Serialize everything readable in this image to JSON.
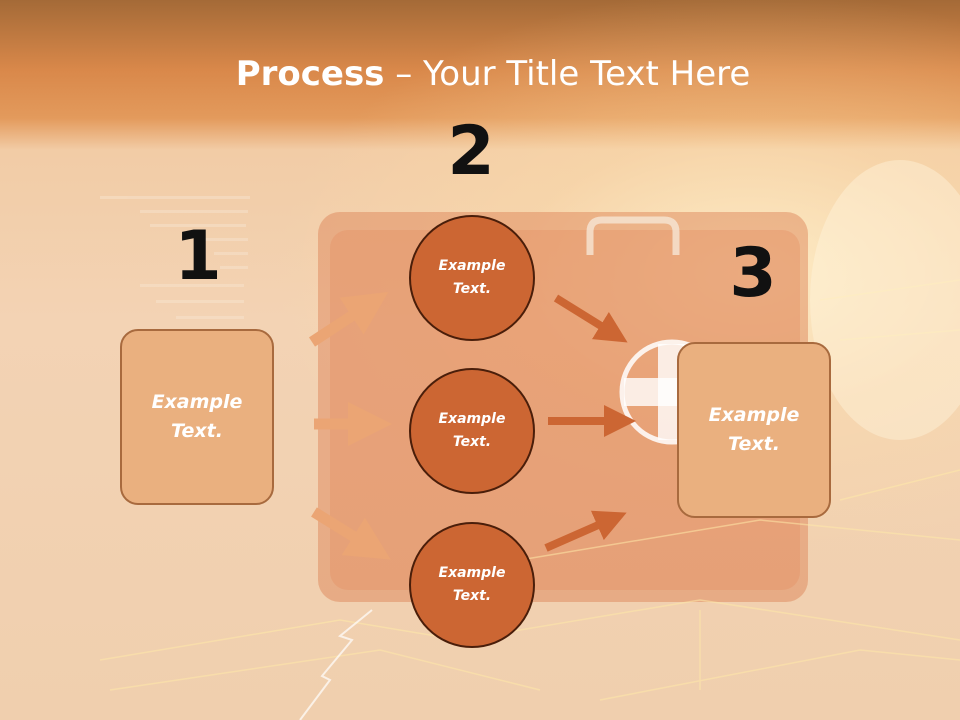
{
  "slide": {
    "title_bold": "Process",
    "title_rest": " – Your Title Text Here",
    "steps": [
      {
        "number": "1",
        "label": "Example\nText."
      },
      {
        "number": "2",
        "label": "Example\nText."
      },
      {
        "number": "3",
        "label": "Example\nText."
      }
    ],
    "circles": [
      {
        "label": "Example\nText."
      },
      {
        "label": "Example\nText."
      },
      {
        "label": "Example\nText."
      }
    ]
  },
  "colors": {
    "box_fill": "#eab07f",
    "circle_fill": "#cc6633",
    "arrow_light": "#eba574",
    "arrow_dark": "#cc6633",
    "header": "#d9884a"
  }
}
